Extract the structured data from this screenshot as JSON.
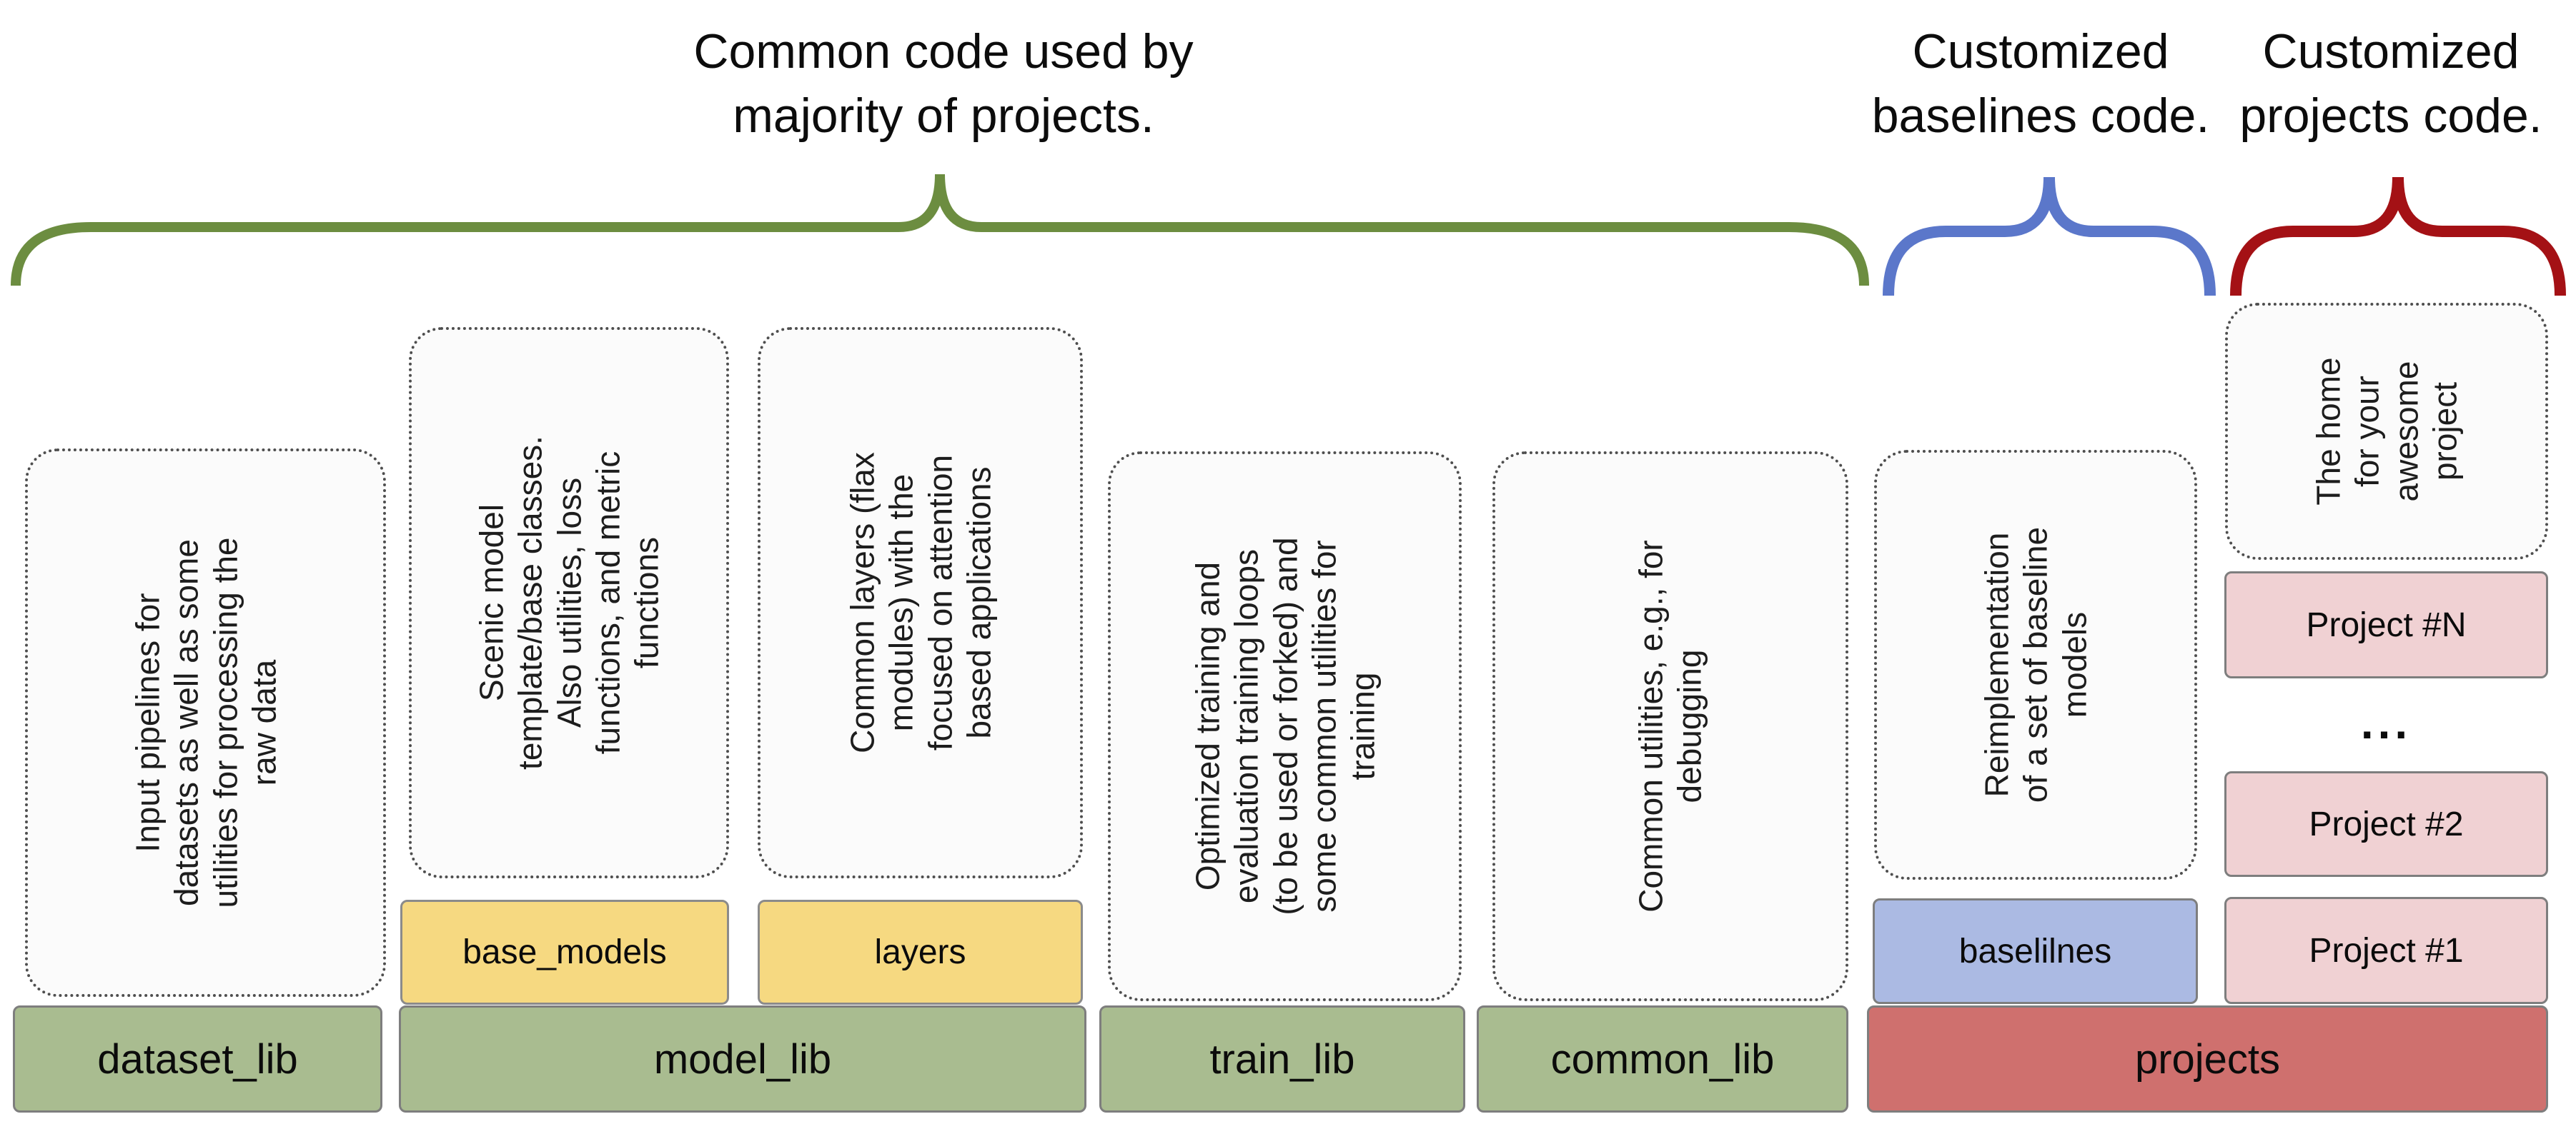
{
  "figure": {
    "title_braces": [
      {
        "id": "common",
        "label": "Common code used by\nmajority of projects.",
        "color": "#6c8d40"
      },
      {
        "id": "baselines",
        "label": "Customized\nbaselines code.",
        "color": "#5b77ca"
      },
      {
        "id": "projects",
        "label": "Customized\nprojects code.",
        "color": "#a41115"
      }
    ],
    "descriptions": [
      {
        "id": "dataset_lib",
        "text": "Input pipelines for\ndatasets as well as some\nutilities for processing the\nraw data"
      },
      {
        "id": "base_models",
        "text": "Scenic model\ntemplate/base classes.\nAlso utilities, loss\nfunctions, and metric\nfunctions"
      },
      {
        "id": "layers",
        "text": "Common layers (flax\nmodules) with the\nfocused on attention\nbased applications"
      },
      {
        "id": "train_lib",
        "text": "Optimized training and\nevaluation training loops\n(to be used or forked) and\nsome common utilities for\ntraining"
      },
      {
        "id": "common_lib",
        "text": "Common utilities, e.g., for\ndebugging"
      },
      {
        "id": "baselines",
        "text": "Reimplementation\nof a set of baseline\nmodels"
      },
      {
        "id": "projects_home",
        "text": "The home\nfor your\nawesome\nproject"
      }
    ],
    "modules": [
      {
        "label": "dataset_lib",
        "color": "#a9bc90"
      },
      {
        "label": "model_lib",
        "color": "#a9bc90"
      },
      {
        "label": "train_lib",
        "color": "#a9bc90"
      },
      {
        "label": "common_lib",
        "color": "#a9bc90"
      },
      {
        "label": "projects",
        "color": "#cf706e"
      }
    ],
    "submodules": [
      {
        "label": "base_models",
        "color": "#f6d981"
      },
      {
        "label": "layers",
        "color": "#f6d981"
      },
      {
        "label": "baselilnes",
        "color": "#abbae3"
      }
    ],
    "project_boxes": [
      {
        "label": "Project #N",
        "color": "#f0d1d3"
      },
      {
        "label": "Project #2",
        "color": "#f0d1d3"
      },
      {
        "label": "Project #1",
        "color": "#f0d1d3"
      }
    ],
    "ellipsis": "...",
    "colors": {
      "background": "#ffffff",
      "dotted_border": "#4e4e4e",
      "box_border": "#7e7e7e"
    }
  }
}
